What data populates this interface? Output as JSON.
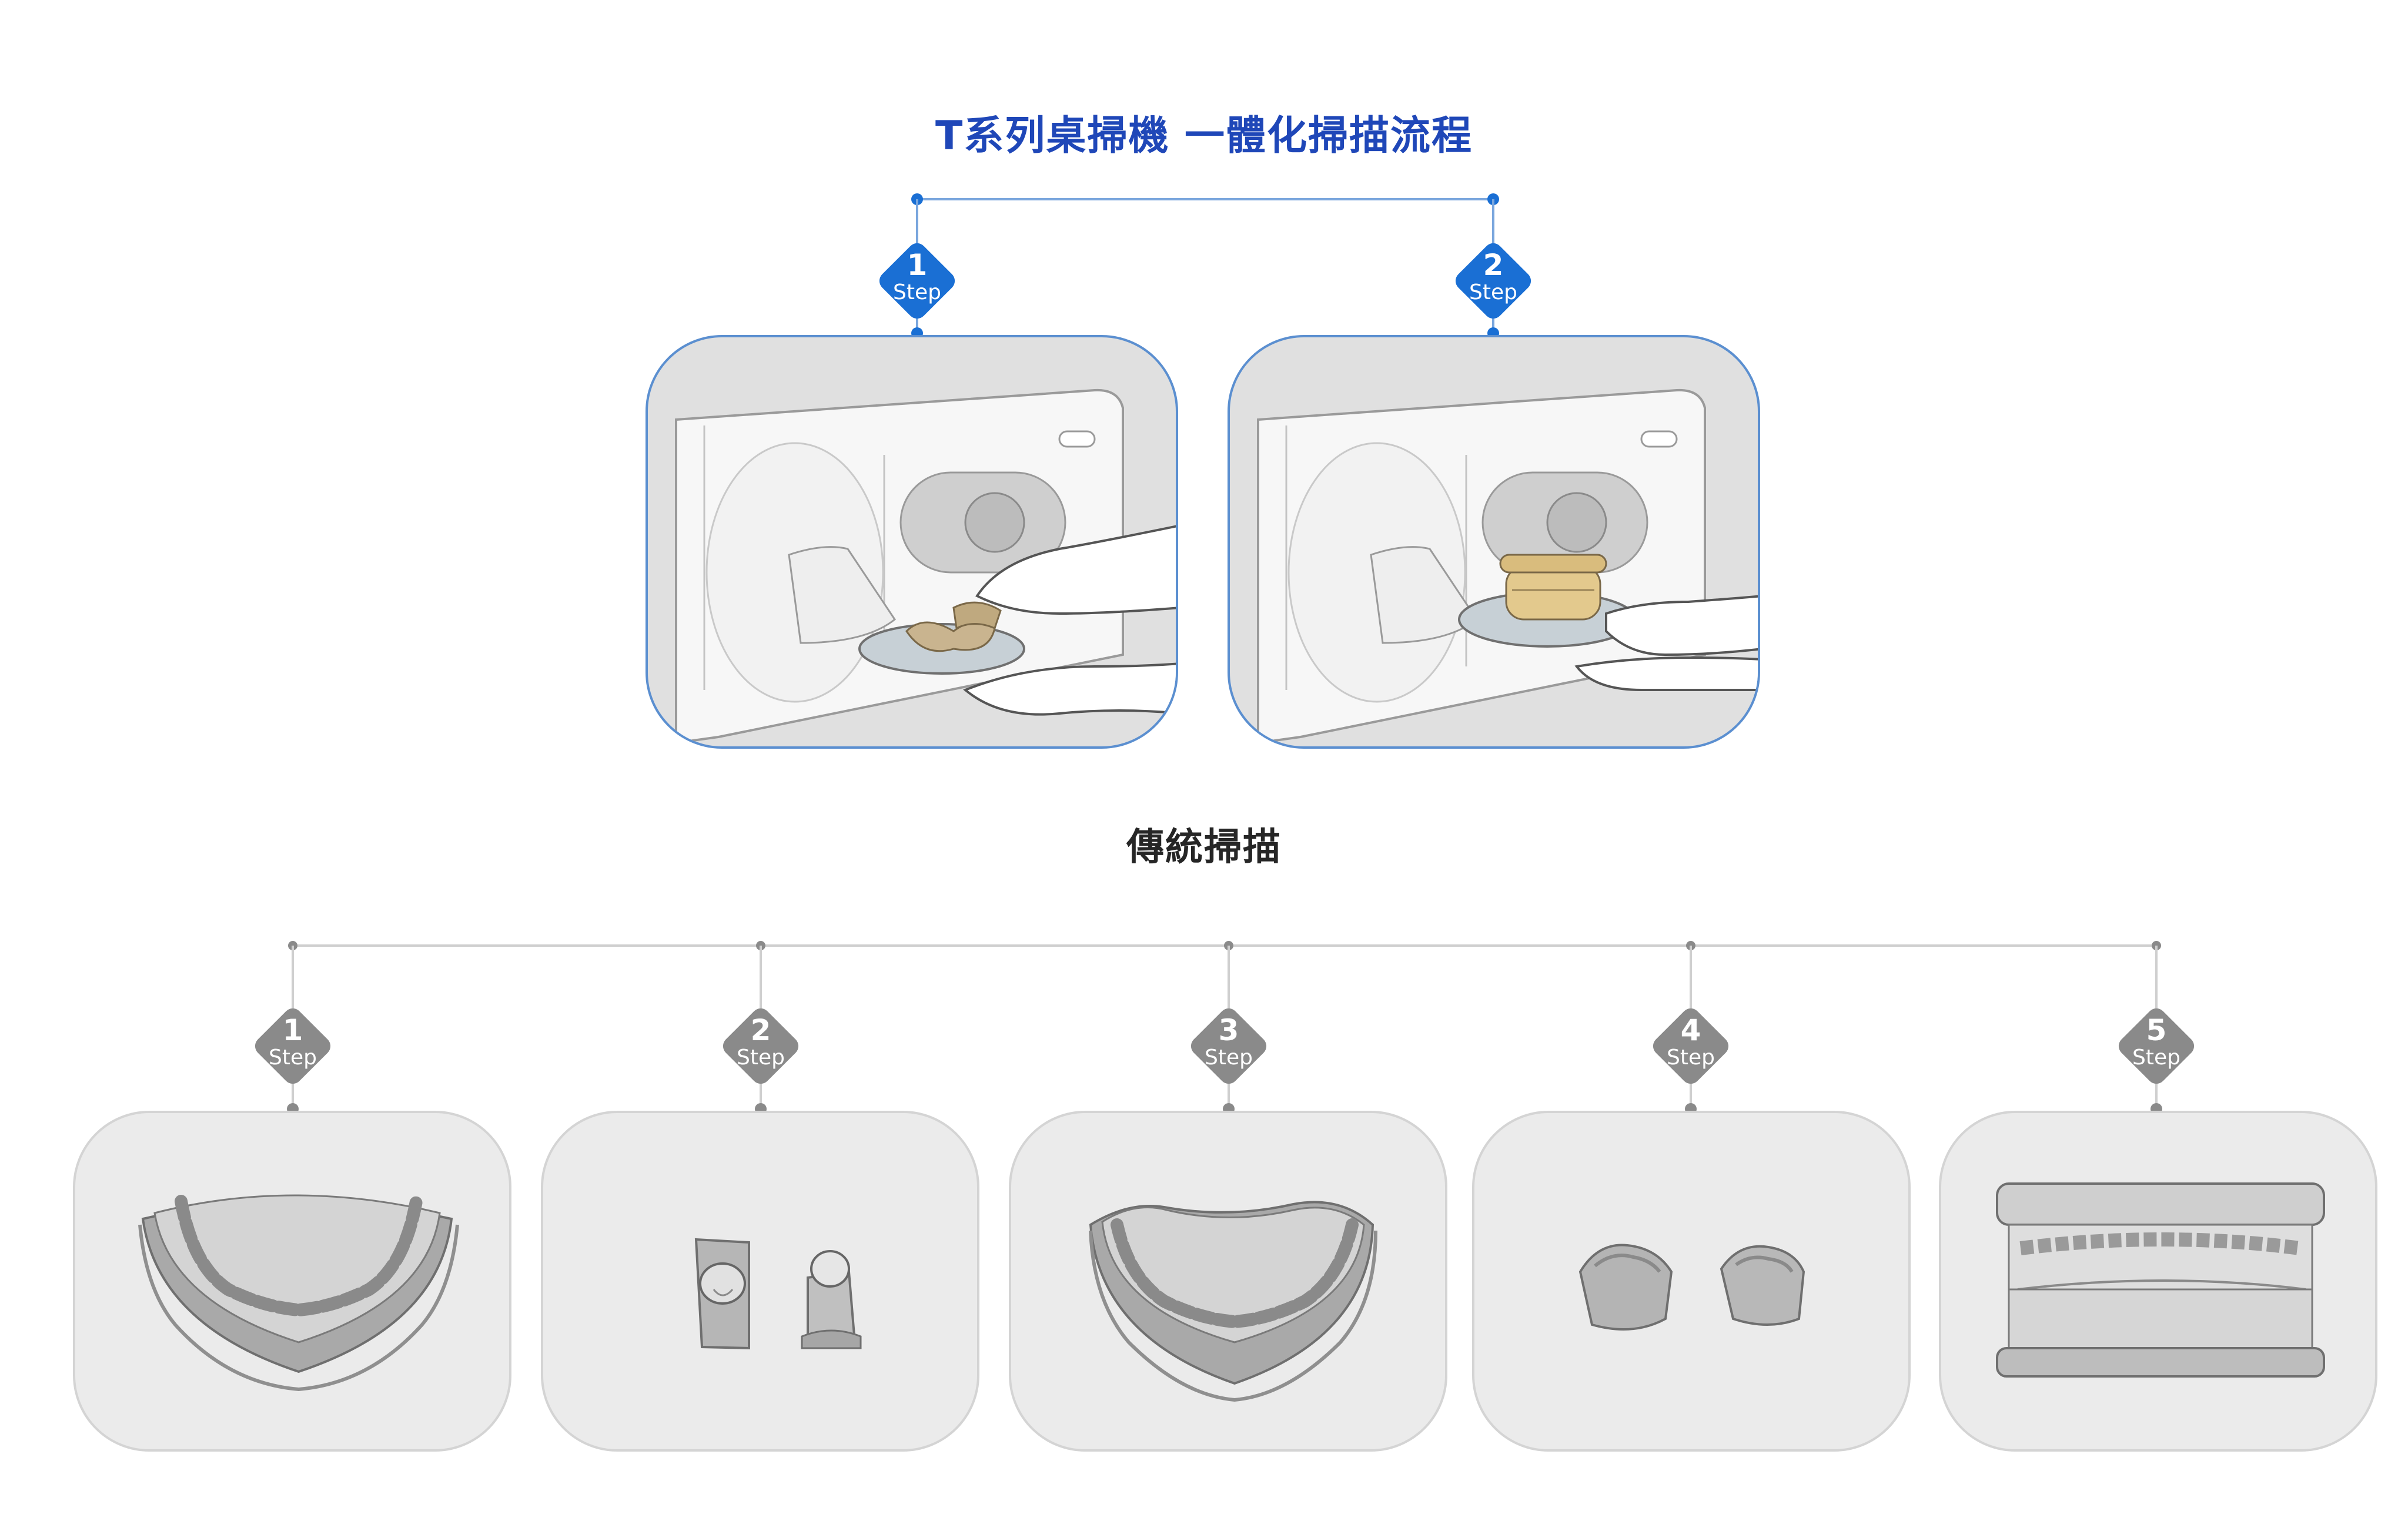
{
  "top_section": {
    "title": "T系列桌掃機  一體化掃描流程",
    "steps": [
      {
        "number": "1",
        "label": "Step",
        "illustration": "hands-placing-dental-model-on-plate-icon"
      },
      {
        "number": "2",
        "label": "Step",
        "illustration": "hand-holding-articulated-model-on-plate-icon"
      }
    ]
  },
  "bottom_section": {
    "title": "傳統掃描",
    "steps": [
      {
        "number": "1",
        "label": "Step",
        "illustration": "arch-model-upper-icon"
      },
      {
        "number": "2",
        "label": "Step",
        "illustration": "die-pair-icon"
      },
      {
        "number": "3",
        "label": "Step",
        "illustration": "arch-model-lower-icon"
      },
      {
        "number": "4",
        "label": "Step",
        "illustration": "crown-pair-icon"
      },
      {
        "number": "5",
        "label": "Step",
        "illustration": "articulated-bite-model-icon"
      }
    ]
  },
  "colors": {
    "accent_blue": "#1a6fd4",
    "title_blue": "#1f47b8",
    "step_gray": "#8a8a8a",
    "line_blue": "#7aa6dd",
    "line_gray": "#cfcfcf"
  }
}
